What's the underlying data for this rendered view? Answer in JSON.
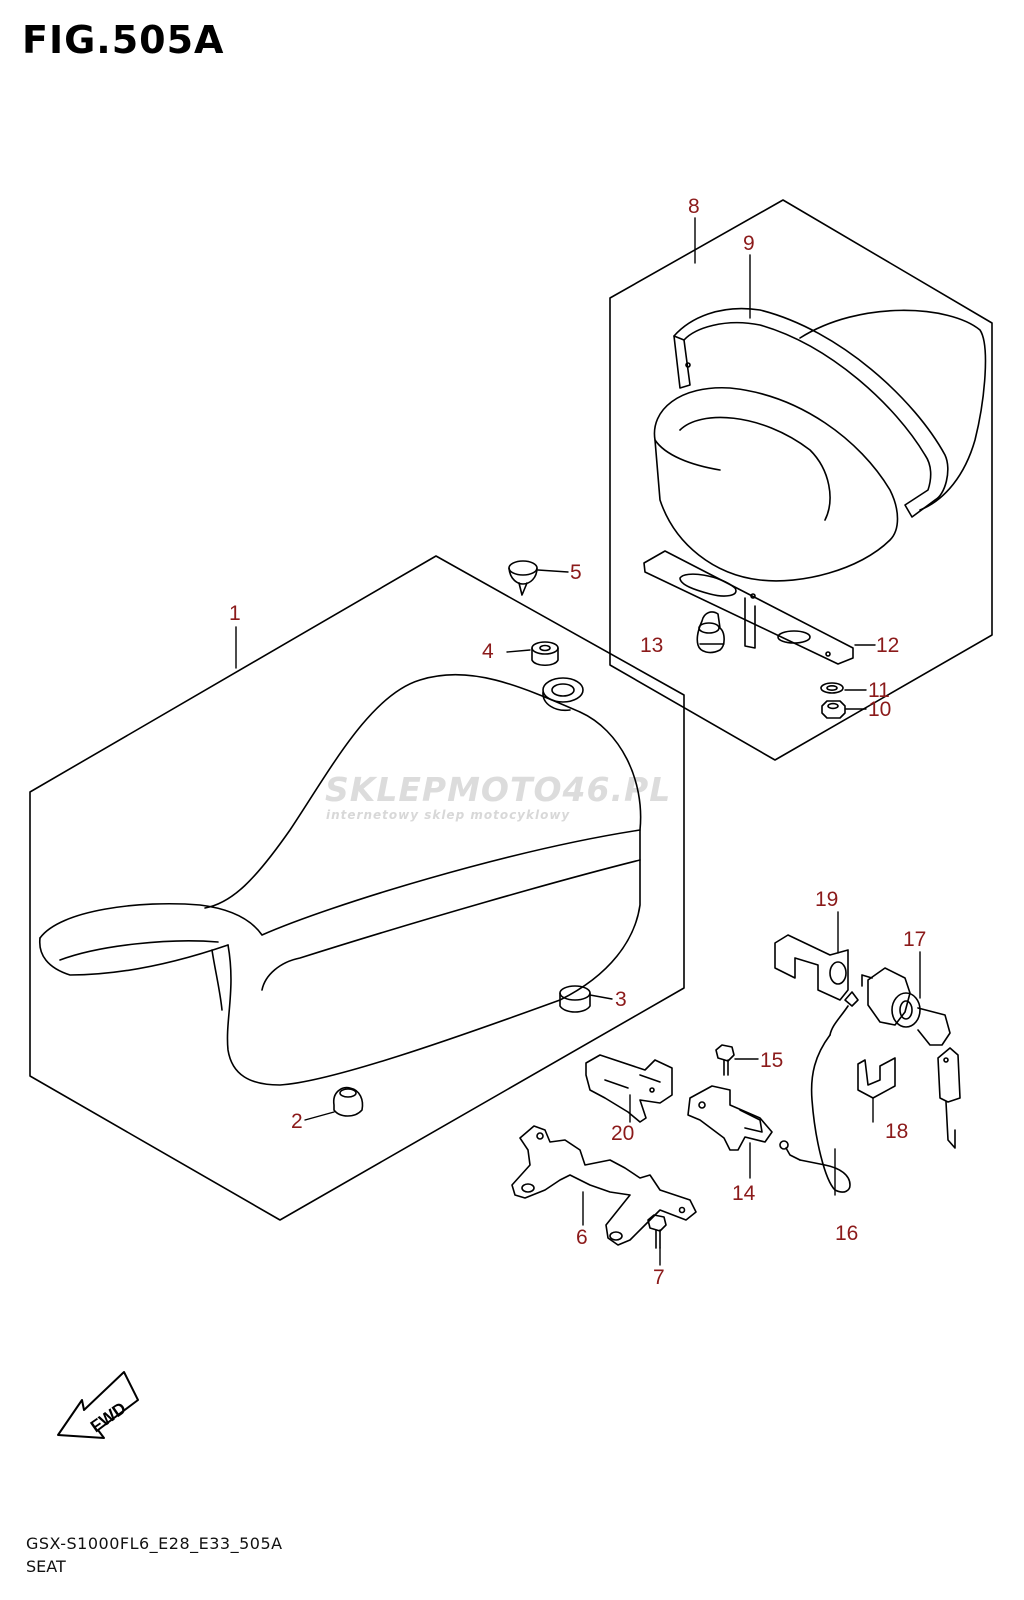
{
  "figure": {
    "title": "FIG.505A",
    "model_code": "GSX-S1000FL6_E28_E33_505A",
    "section_name": "SEAT"
  },
  "watermark": {
    "brand": "SKLEPMOTO46.PL",
    "tagline": "internetowy sklep motocyklowy"
  },
  "fwd_label": "FWD",
  "colors": {
    "line": "#000000",
    "callout": "#8b1a1a",
    "watermark": "#dcdcdc"
  },
  "callouts": [
    "1",
    "2",
    "3",
    "4",
    "5",
    "6",
    "7",
    "8",
    "9",
    "10",
    "11",
    "12",
    "13",
    "14",
    "15",
    "16",
    "17",
    "18",
    "19",
    "20"
  ]
}
